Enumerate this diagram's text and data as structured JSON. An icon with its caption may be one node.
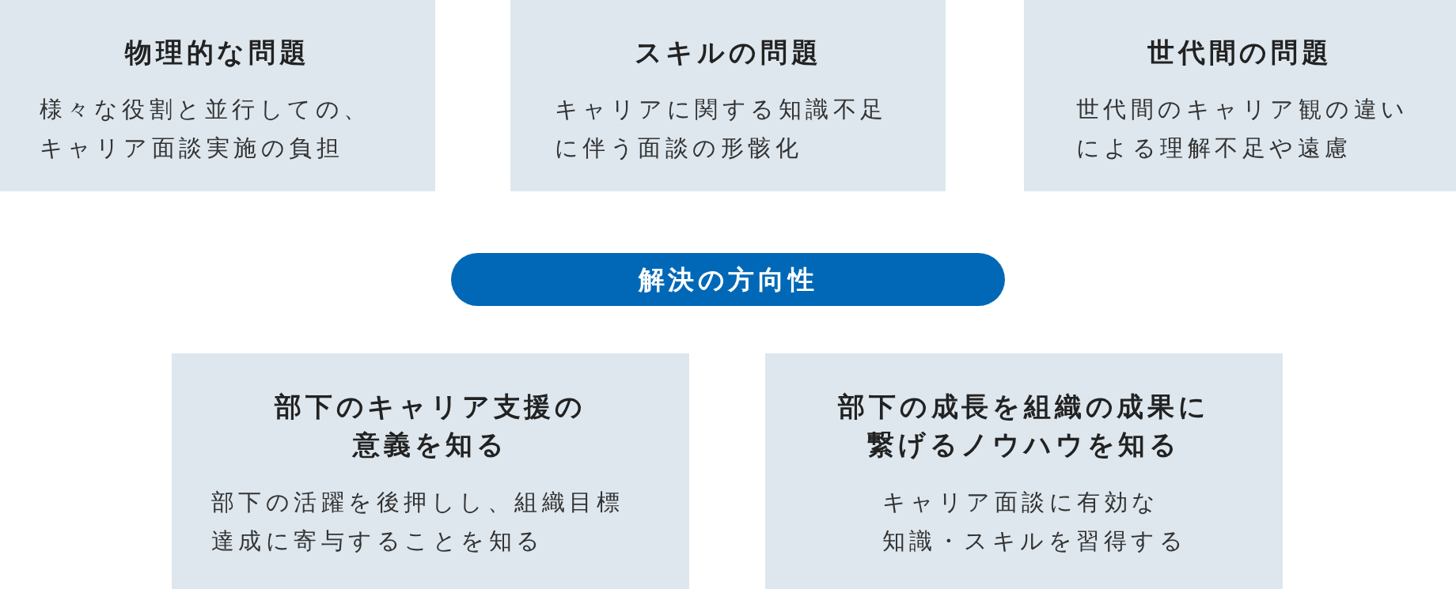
{
  "diagram": {
    "nodes": [
      {
        "text": [
          "物理的な問題",
          "様々な役割と並行しての、キャリア面談実施の負担"
        ]
      },
      {
        "text": [
          "スキルの問題",
          "キャリアに関する知識不足に伴う面談の形骸化"
        ]
      },
      {
        "text": [
          "世代間の問題",
          "世代間のキャリア観の違いによる理解不足や遠慮"
        ]
      },
      {
        "text": [
          "解決の方向性"
        ]
      },
      {
        "text": [
          "部下のキャリア支援の意義を知る",
          "部下の活躍を後押しし、組織目標達成に寄与することを知る"
        ]
      },
      {
        "text": [
          "部下の成長を組織の成果に繋げるノウハウを知る",
          "キャリア面談に有効な知識・スキルを習得する"
        ]
      }
    ]
  }
}
